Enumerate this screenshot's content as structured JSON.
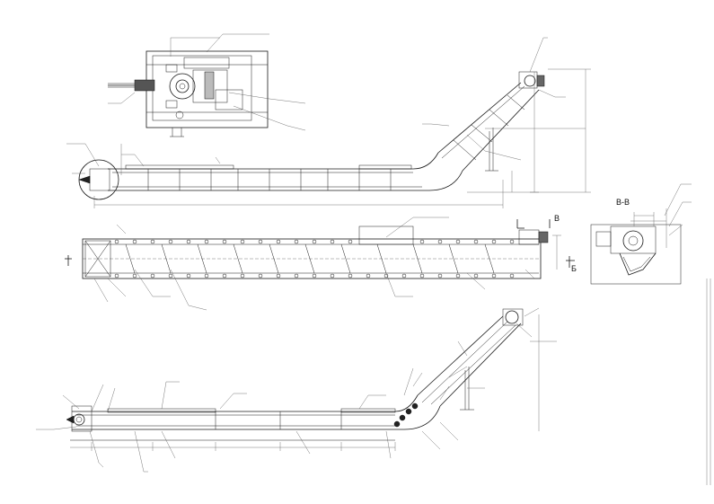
{
  "section_title": "В-В",
  "section_marks": {
    "v": "В",
    "b": "Б"
  }
}
